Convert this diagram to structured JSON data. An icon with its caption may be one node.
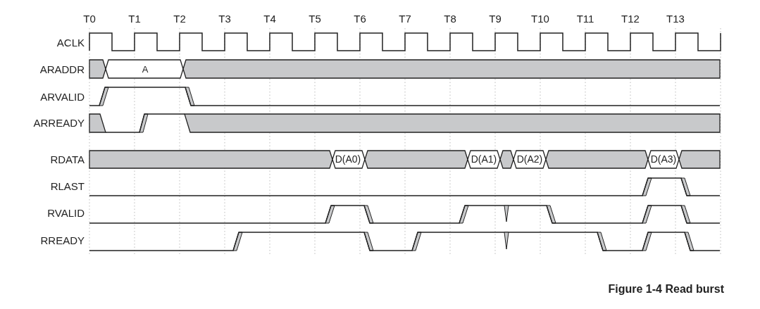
{
  "diagram": {
    "caption": "Figure 1-4 Read burst",
    "labels": [
      "T0",
      "T1",
      "T2",
      "T3",
      "T4",
      "T5",
      "T6",
      "T7",
      "T8",
      "T9",
      "T10",
      "T11",
      "T12",
      "T13",
      "ACLK",
      "ARADDR",
      "A",
      "ARVALID",
      "ARREADY",
      "RDATA",
      "D(A0)",
      "D(A1)",
      "D(A2)",
      "D(A3)",
      "RLAST",
      "RVALID",
      "RREADY"
    ]
  }
}
